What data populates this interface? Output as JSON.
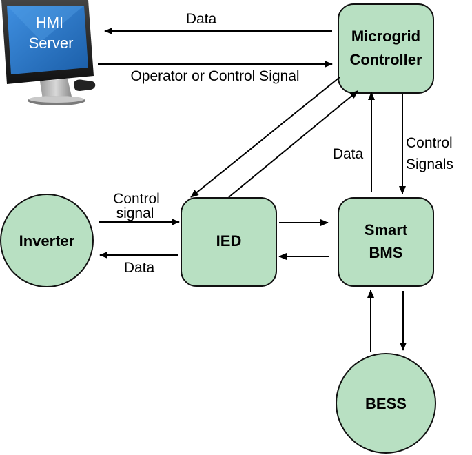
{
  "nodes": {
    "hmi": {
      "line1": "HMI",
      "line2": "Server"
    },
    "microgrid": {
      "line1": "Microgrid",
      "line2": "Controller"
    },
    "inverter": {
      "label": "Inverter"
    },
    "ied": {
      "label": "IED"
    },
    "bms": {
      "line1": "Smart",
      "line2": "BMS"
    },
    "bess": {
      "label": "BESS"
    }
  },
  "edges": {
    "mg_to_hmi": "Data",
    "hmi_to_mg": "Operator or Control Signal",
    "bms_to_mg": "Data",
    "mg_to_bms_line1": "Control",
    "mg_to_bms_line2": "Signals",
    "inv_to_ied_line1": "Control",
    "inv_to_ied_line2": "signal",
    "ied_to_inv": "Data"
  },
  "colors": {
    "node_fill": "#b8e0c2",
    "node_stroke": "#111111",
    "monitor_screen": "#2b74c6"
  }
}
